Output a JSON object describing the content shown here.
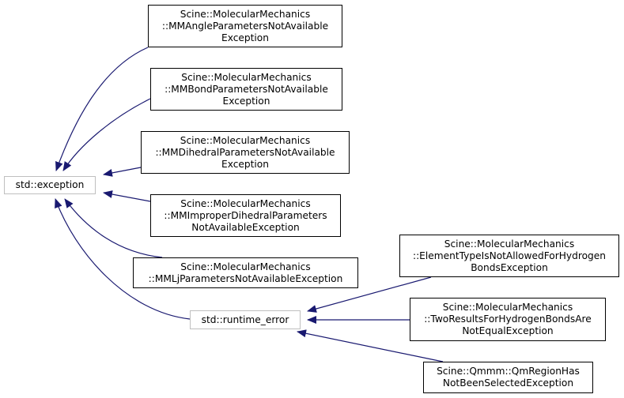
{
  "diagram": {
    "edge_color": "#191970",
    "nodes": [
      {
        "id": "std-exception",
        "lines": [
          "std::exception"
        ],
        "style": "base"
      },
      {
        "id": "mm-angle",
        "lines": [
          "Scine::MolecularMechanics",
          "::MMAngleParametersNotAvailable",
          "Exception"
        ],
        "style": "class"
      },
      {
        "id": "mm-bond",
        "lines": [
          "Scine::MolecularMechanics",
          "::MMBondParametersNotAvailable",
          "Exception"
        ],
        "style": "class"
      },
      {
        "id": "mm-dihedral",
        "lines": [
          "Scine::MolecularMechanics",
          "::MMDihedralParametersNotAvailable",
          "Exception"
        ],
        "style": "class"
      },
      {
        "id": "mm-improper",
        "lines": [
          "Scine::MolecularMechanics",
          "::MMImproperDihedralParameters",
          "NotAvailableException"
        ],
        "style": "class"
      },
      {
        "id": "mm-lj",
        "lines": [
          "Scine::MolecularMechanics",
          "::MMLjParametersNotAvailableException"
        ],
        "style": "class"
      },
      {
        "id": "std-runtime-error",
        "lines": [
          "std::runtime_error"
        ],
        "style": "base"
      },
      {
        "id": "element-type",
        "lines": [
          "Scine::MolecularMechanics",
          "::ElementTypeIsNotAllowedForHydrogen",
          "BondsException"
        ],
        "style": "class"
      },
      {
        "id": "two-results",
        "lines": [
          "Scine::MolecularMechanics",
          "::TwoResultsForHydrogenBondsAre",
          "NotEqualException"
        ],
        "style": "class"
      },
      {
        "id": "qm-region",
        "lines": [
          "Scine::Qmmm::QmRegionHas",
          "NotBeenSelectedException"
        ],
        "style": "class"
      }
    ],
    "edges": [
      {
        "from": "mm-angle",
        "to": "std-exception"
      },
      {
        "from": "mm-bond",
        "to": "std-exception"
      },
      {
        "from": "mm-dihedral",
        "to": "std-exception"
      },
      {
        "from": "mm-improper",
        "to": "std-exception"
      },
      {
        "from": "mm-lj",
        "to": "std-exception"
      },
      {
        "from": "std-runtime-error",
        "to": "std-exception"
      },
      {
        "from": "element-type",
        "to": "std-runtime-error"
      },
      {
        "from": "two-results",
        "to": "std-runtime-error"
      },
      {
        "from": "qm-region",
        "to": "std-runtime-error"
      }
    ]
  }
}
